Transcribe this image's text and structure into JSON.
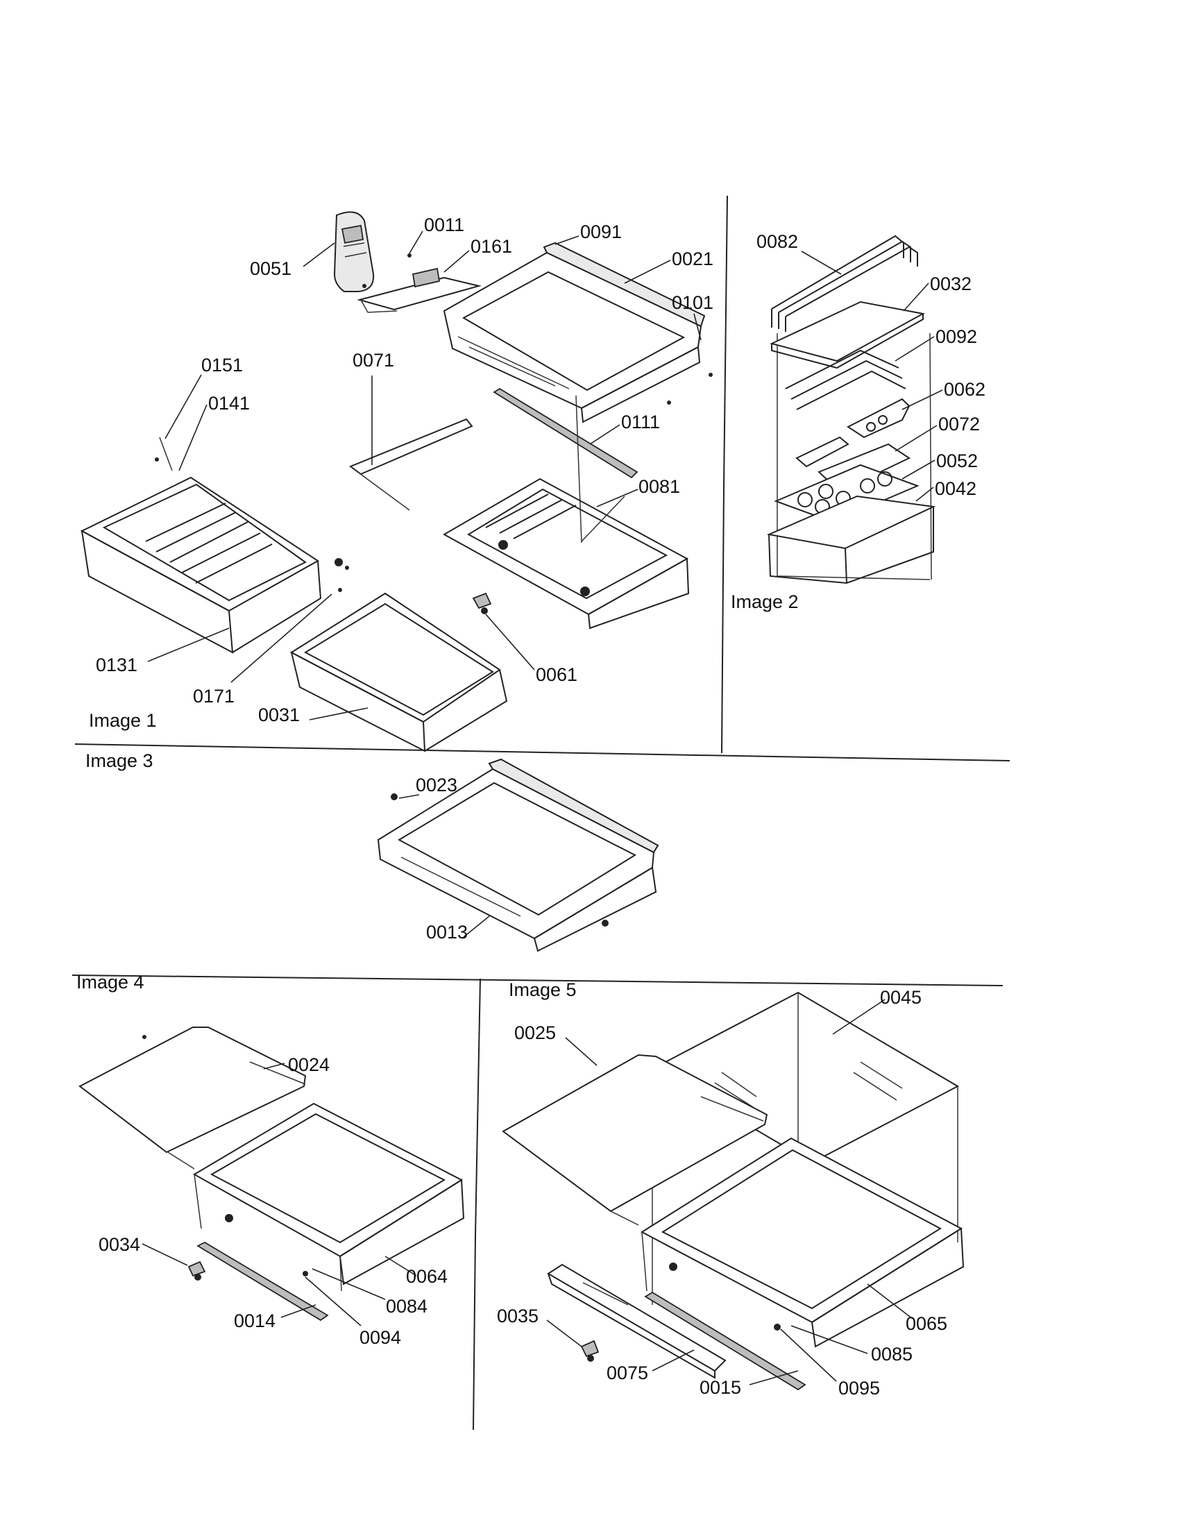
{
  "panels": [
    {
      "id": "image1",
      "label": "Image 1"
    },
    {
      "id": "image2",
      "label": "Image 2"
    },
    {
      "id": "image3",
      "label": "Image 3"
    },
    {
      "id": "image4",
      "label": "Image 4"
    },
    {
      "id": "image5",
      "label": "Image 5"
    }
  ],
  "parts": {
    "image1": [
      "0011",
      "0161",
      "0051",
      "0091",
      "0021",
      "0101",
      "0151",
      "0071",
      "0141",
      "0111",
      "0081",
      "0131",
      "0171",
      "0031",
      "0061"
    ],
    "image2": [
      "0082",
      "0032",
      "0092",
      "0062",
      "0072",
      "0052",
      "0042"
    ],
    "image3": [
      "0023",
      "0013"
    ],
    "image4": [
      "0024",
      "0034",
      "0064",
      "0014",
      "0084",
      "0094"
    ],
    "image5": [
      "0045",
      "0025",
      "0035",
      "0065",
      "0085",
      "0075",
      "0015",
      "0095"
    ]
  }
}
